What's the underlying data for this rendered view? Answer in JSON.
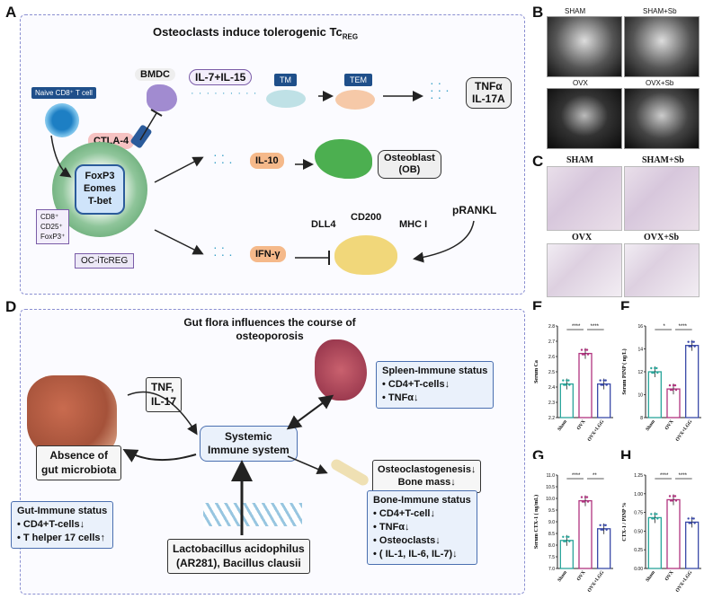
{
  "panels": {
    "a": {
      "letter": "A",
      "title": "Osteoclasts induce tolerogenic Tc",
      "title_sub": "REG",
      "naive_label": "Naive CD8⁺ T cell",
      "bmdc": "BMDC",
      "cytokines_top": "IL-7+IL-15",
      "tm": "TM",
      "tem": "TEM",
      "tnfa_il17": [
        "TNFα",
        "IL-17A"
      ],
      "ctla4": "CTLA-4",
      "center_cell": [
        "FoxP3",
        "Eomes",
        "T-bet"
      ],
      "markers": [
        "CD8⁺",
        "CD25⁺",
        "FoxP3⁺"
      ],
      "octreg": "OC-iTcREG",
      "il10": "IL-10",
      "osteoblast": [
        "Osteoblast",
        "(OB)"
      ],
      "ifng": "IFN-γ",
      "dll4": "DLL4",
      "cd200": "CD200",
      "mhc": "MHC I",
      "prankl": "pRANKL"
    },
    "b": {
      "letter": "B",
      "labels": [
        "SHAM",
        "SHAM+Sb",
        "OVX",
        "OVX+Sb"
      ]
    },
    "c": {
      "letter": "C",
      "labels": [
        "SHAM",
        "SHAM+Sb",
        "OVX",
        "OVX+Sb"
      ]
    },
    "d": {
      "letter": "D",
      "title": [
        "Gut flora influences the course of",
        "osteoporosis"
      ],
      "tnf_il17": [
        "TNF,",
        "IL-17"
      ],
      "systemic": [
        "Systemic",
        "Immune system"
      ],
      "absence": [
        "Absence of",
        "gut microbiota"
      ],
      "gut_immune": [
        "Gut-Immune status",
        "• CD4+T-cells↓",
        "• T helper 17 cells↑"
      ],
      "spleen": [
        "Spleen-Immune status",
        "• CD4+T-cells↓",
        "• TNFα↓"
      ],
      "osteoclastogenesis": [
        "Osteoclastogenesis↓",
        "Bone mass↓"
      ],
      "bone_immune": [
        "Bone-Immune status",
        "• CD4+T-cell↓",
        "• TNFα↓",
        "• Osteoclasts↓",
        "• ( IL-1, IL-6, IL-7)↓"
      ],
      "lacto": [
        "Lactobacillus acidophilus",
        "(AR281), Bacillus clausii"
      ]
    }
  },
  "chart_data": [
    {
      "panel": "E",
      "type": "bar",
      "categories": [
        "Sham",
        "OVX",
        "OVX+LGG"
      ],
      "values": [
        2.42,
        2.62,
        2.42
      ],
      "ylabel": "Serum Ca",
      "ylim": [
        2.2,
        2.8
      ],
      "yticks": [
        "2.2",
        "2.3",
        "2.4",
        "2.5",
        "2.6",
        "2.7",
        "2.8"
      ],
      "sig": [
        "****",
        "****"
      ]
    },
    {
      "panel": "F",
      "type": "bar",
      "categories": [
        "Sham",
        "OVX",
        "OVX+LGG"
      ],
      "values": [
        12.0,
        10.5,
        14.3
      ],
      "ylabel": "Serum PINP ( ng/L)",
      "ylim": [
        8,
        16
      ],
      "yticks": [
        "8",
        "10",
        "12",
        "14",
        "16"
      ],
      "sig": [
        "*",
        "****"
      ]
    },
    {
      "panel": "G",
      "type": "bar",
      "categories": [
        "Sham",
        "OVX",
        "OVX+LGG"
      ],
      "values": [
        8.2,
        9.9,
        8.7
      ],
      "ylabel": "Serum CTX-1 ( ng/mL)",
      "ylim": [
        7.0,
        11.0
      ],
      "yticks": [
        "7.0",
        "7.5",
        "8.0",
        "8.5",
        "9.0",
        "9.5",
        "10.0",
        "10.5",
        "11.0"
      ],
      "sig": [
        "****",
        "**"
      ]
    },
    {
      "panel": "H",
      "type": "bar",
      "categories": [
        "Sham",
        "OVX",
        "OVX+LGG"
      ],
      "values": [
        0.68,
        0.92,
        0.62
      ],
      "ylabel": "CTX-1 / PINP %",
      "ylim": [
        0.0,
        1.25
      ],
      "yticks": [
        "0.00",
        "0.25",
        "0.50",
        "0.75",
        "1.00",
        "1.25"
      ],
      "sig": [
        "****",
        "****"
      ]
    }
  ],
  "colors": {
    "dash": "#8a8fd1",
    "sham": "#2aa59a",
    "ovx": "#b0347f",
    "lgg": "#3a4aa8",
    "orange": "#f5b98a"
  }
}
